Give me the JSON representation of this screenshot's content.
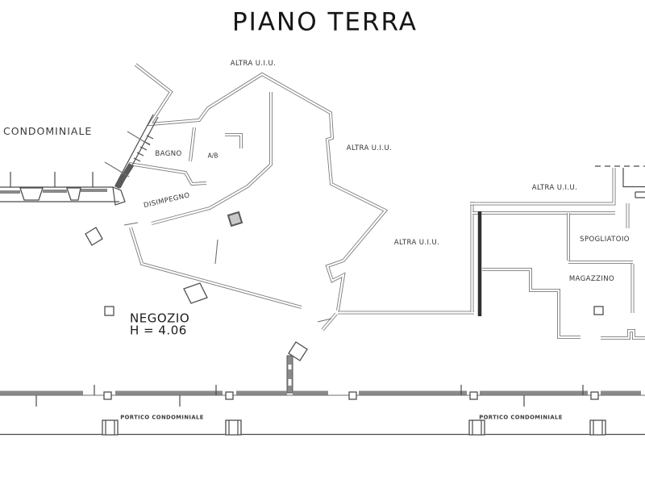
{
  "title": "PIANO TERRA",
  "labels": {
    "altra_uiu_top": "ALTRA U.I.U.",
    "altra_uiu_mid": "ALTRA U.I.U.",
    "altra_uiu_low": "ALTRA U.I.U.",
    "altra_uiu_right": "ALTRA U.I.U.",
    "condominiale": "CONDOMINIALE",
    "bagno": "BAGNO",
    "ab": "A/B",
    "disimpegno": "DISIMPEGNO",
    "negozio": "NEGOZIO",
    "negozio_height": "H = 4.06",
    "spogliatoio": "SPOGLIATOIO",
    "magazzino": "MAGAZZINO",
    "portico_left": "PORTICO CONDOMINIALE",
    "portico_right": "PORTICO CONDOMINIALE"
  },
  "colors": {
    "background": "#ffffff",
    "wall_gray": "#7b7b7b",
    "wall_dark": "#2f2f2f",
    "text": "#2e2e2e"
  }
}
